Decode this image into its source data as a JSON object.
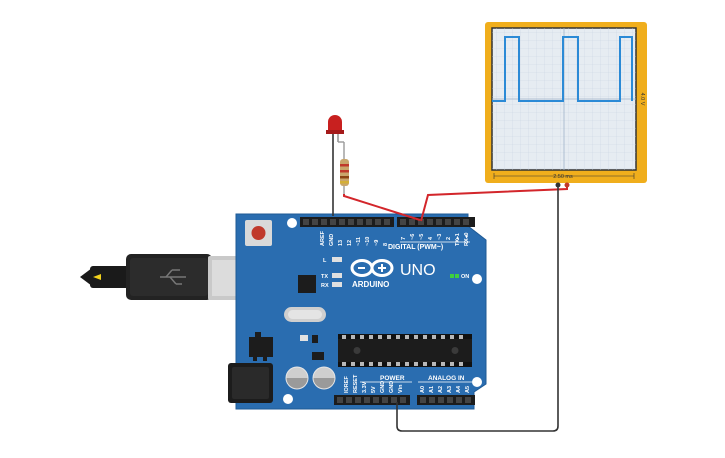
{
  "board": {
    "brand": "ARDUINO",
    "model": "UNO",
    "digital_header": "DIGITAL (PWM~)",
    "on_label": "ON",
    "l_label": "L",
    "tx_label": "TX",
    "rx_label": "RX",
    "power_label": "POWER",
    "analog_label": "ANALOG IN",
    "digital_pins": [
      "AREF",
      "GND",
      "13",
      "12",
      "~11",
      "~10",
      "~9",
      "8",
      "7",
      "~6",
      "~5",
      "4",
      "~3",
      "2",
      "TX▸1",
      "RX◂0"
    ],
    "power_pins": [
      "IOREF",
      "RESET",
      "3.3V",
      "5V",
      "GND",
      "GND",
      "Vin"
    ],
    "analog_pins": [
      "A0",
      "A1",
      "A2",
      "A3",
      "A4",
      "A5"
    ]
  },
  "oscilloscope": {
    "time_per_div": "2.50 ms",
    "volt_label": "4.0 V",
    "signal": "square wave"
  },
  "colors": {
    "board": "#2a6db0",
    "board_dark": "#1f5a95",
    "scope_frame": "#f0ae1c",
    "scope_screen": "#e6ecf2",
    "trace": "#2b8ad6",
    "wire_red": "#d3262b",
    "wire_black": "#333333"
  }
}
